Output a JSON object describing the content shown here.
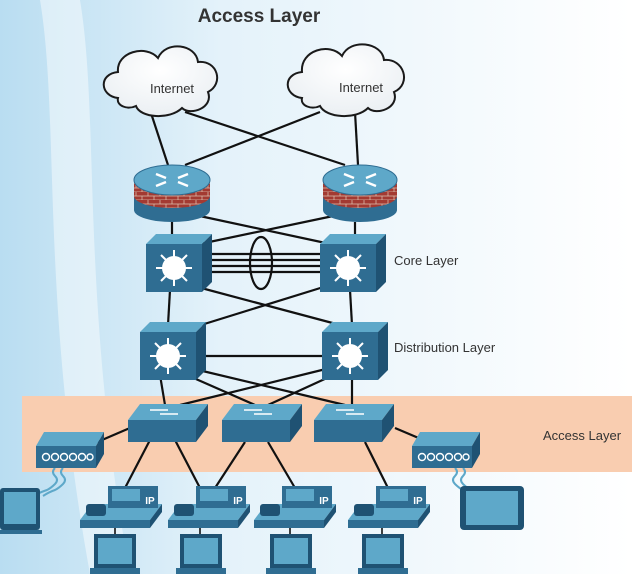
{
  "title": "Access Layer",
  "clouds": [
    {
      "label": "Internet"
    },
    {
      "label": "Internet"
    }
  ],
  "layers": {
    "core": "Core Layer",
    "distribution": "Distribution Layer",
    "access": "Access Layer"
  },
  "phone_badge": "IP",
  "colors": {
    "device_top": "#5ea8c9",
    "device_front": "#2f6d92",
    "device_side": "#1f5273",
    "firewall_brick": "#a33a32",
    "access_band": "#f9cdb0",
    "background_tint": "#d8ecf7",
    "link": "#111111",
    "text": "#333333"
  }
}
